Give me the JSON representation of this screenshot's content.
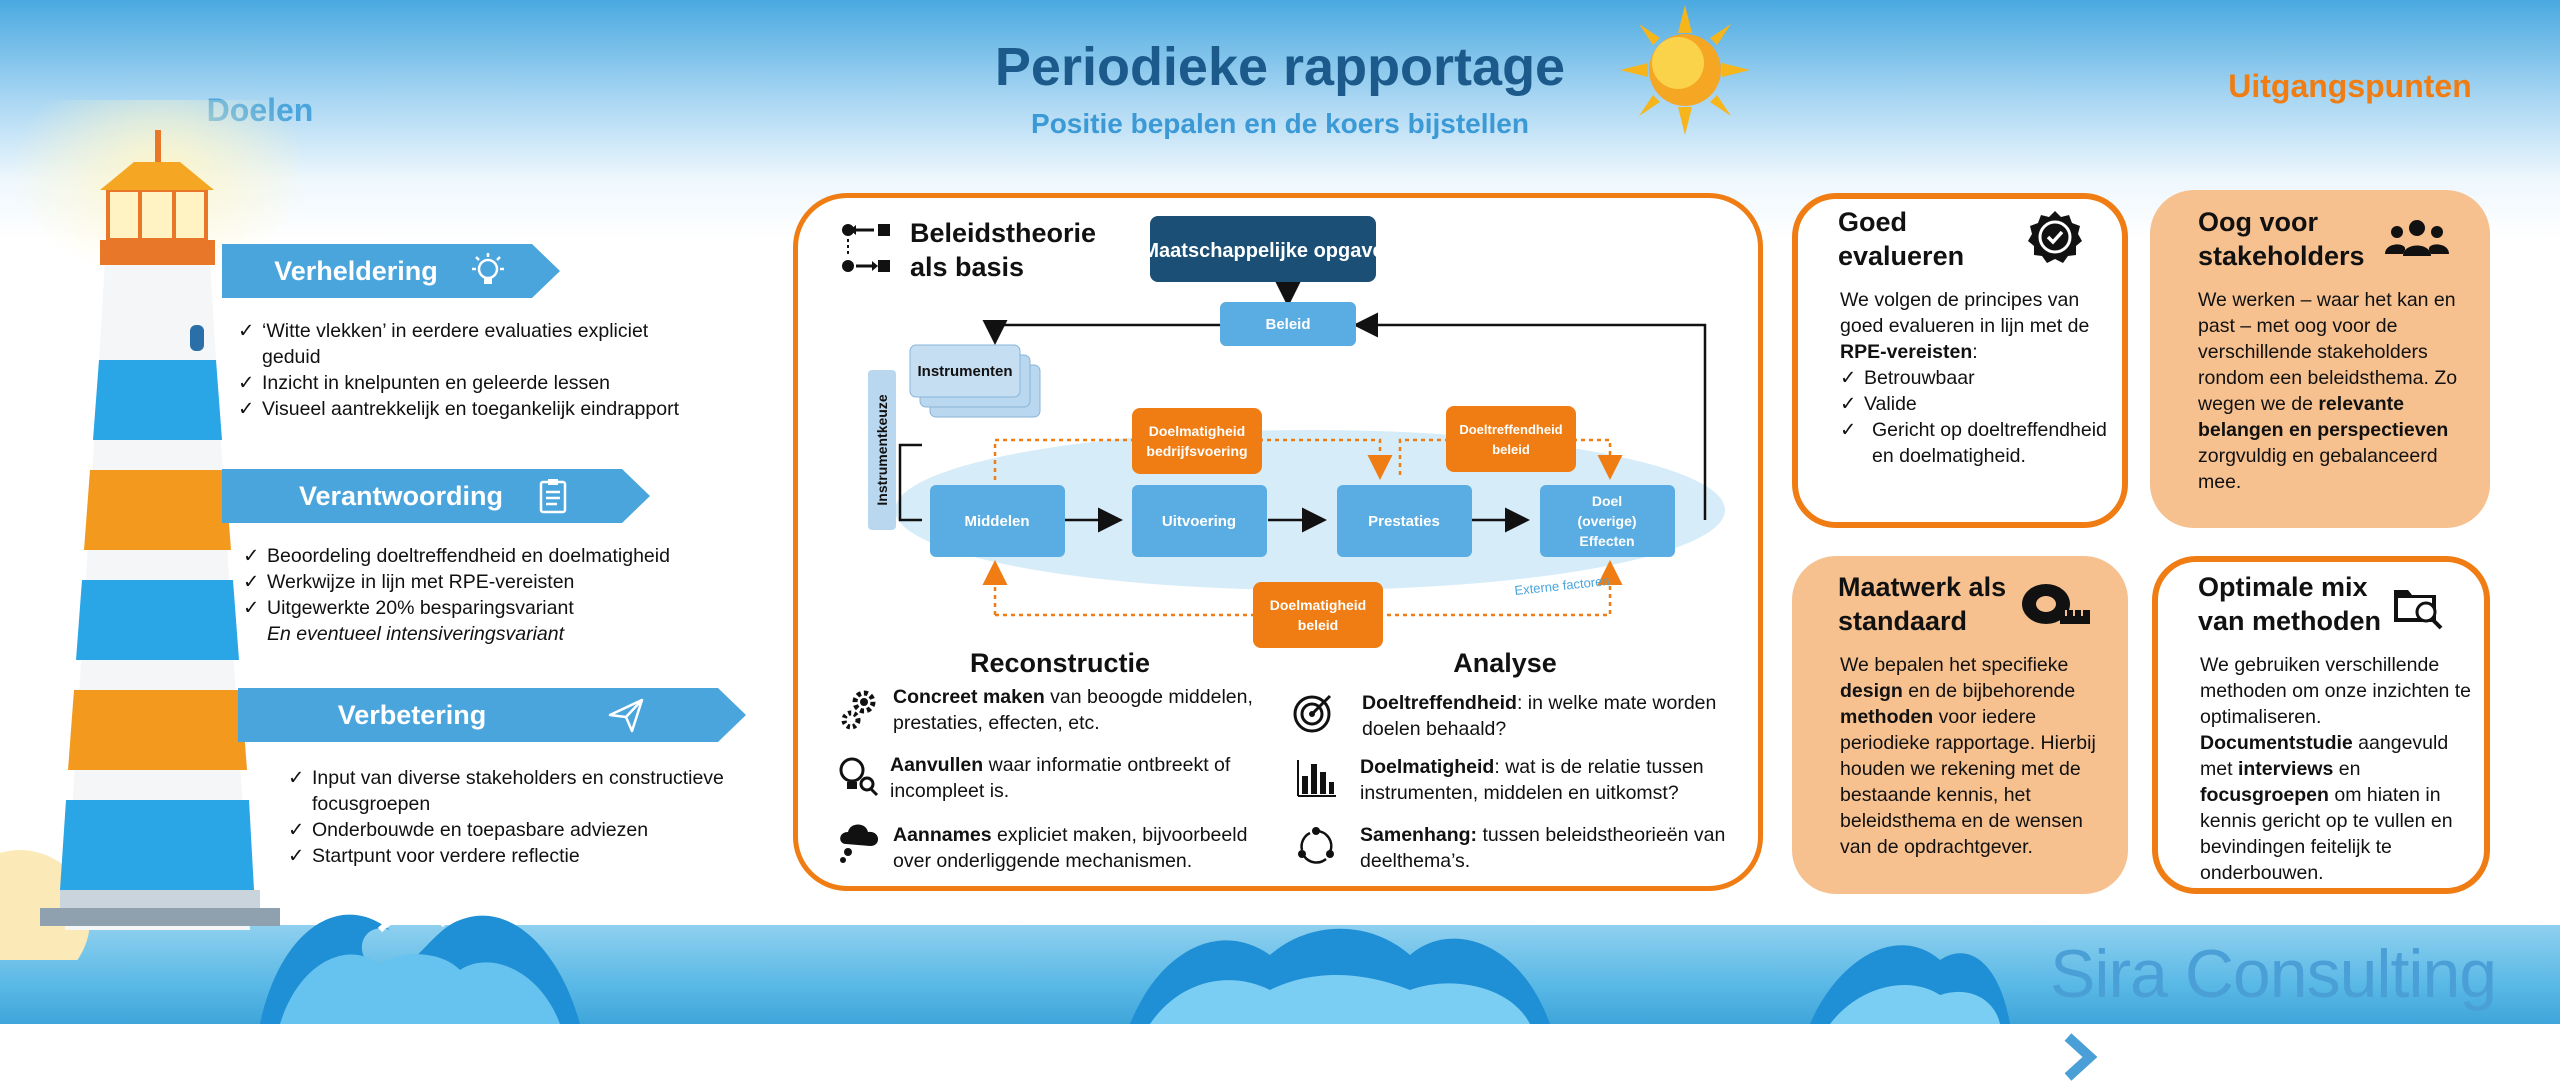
{
  "header": {
    "title": "Periodieke rapportage",
    "subtitle": "Positie bepalen en de koers bijstellen",
    "left_heading": "Doelen",
    "right_heading": "Uitgangspunten"
  },
  "goals": [
    {
      "title": "Verheldering",
      "icon": "lightbulb-icon",
      "items": [
        "‘Witte vlekken’ in eerdere evaluaties expliciet geduid",
        "Inzicht in knelpunten en geleerde lessen",
        "Visueel aantrekkelijk en toegankelijk eindrapport"
      ]
    },
    {
      "title": "Verantwoording",
      "icon": "clipboard-icon",
      "items": [
        "Beoordeling doeltreffendheid en doelmatigheid",
        "Werkwijze in lijn met RPE-vereisten",
        "Uitgewerkte 20% besparingsvariant"
      ],
      "note": "En eventueel intensiveringsvariant"
    },
    {
      "title": "Verbetering",
      "icon": "send-icon",
      "items": [
        "Input van diverse stakeholders en constructieve focusgroepen",
        "Onderbouwde en toepasbare adviezen",
        "Startpunt voor verdere reflectie"
      ]
    }
  ],
  "center": {
    "heading_line1": "Beleidstheorie",
    "heading_line2": "als basis",
    "diagram": {
      "maatschappelijk": "Maatschappelijke opgave",
      "beleid": "Beleid",
      "instrumenten": "Instrumenten",
      "instrumentkeuze": "Instrumentkeuze",
      "middelen": "Middelen",
      "uitvoering": "Uitvoering",
      "prestaties": "Prestaties",
      "doel_line1": "Doel",
      "doel_line2": "(overige)",
      "doel_line3": "Effecten",
      "doelmatigheid_bv_line1": "Doelmatigheid",
      "doelmatigheid_bv_line2": "bedrijfsvoering",
      "doeltreffendheid_line1": "Doeltreffendheid",
      "doeltreffendheid_line2": "beleid",
      "doelmatigheid_beleid_line1": "Doelmatigheid",
      "doelmatigheid_beleid_line2": "beleid",
      "externe": "Externe factoren"
    },
    "reconstructie": {
      "heading": "Reconstructie",
      "items": [
        {
          "icon": "gears-icon",
          "bold": "Concreet maken",
          "rest": " van beoogde middelen, prestaties, effecten, etc."
        },
        {
          "icon": "lightbulb-search-icon",
          "bold": "Aanvullen",
          "rest": " waar informatie ontbreekt of incompleet is."
        },
        {
          "icon": "cloud-thinking-icon",
          "bold": "Aannames",
          "rest": " expliciet maken, bijvoorbeeld over onderliggende mechanismen."
        }
      ]
    },
    "analyse": {
      "heading": "Analyse",
      "items": [
        {
          "icon": "target-icon",
          "bold": "Doeltreffendheid",
          "rest": ": in welke mate worden doelen behaald?"
        },
        {
          "icon": "bar-chart-icon",
          "bold": "Doelmatigheid",
          "rest": ": wat is de relatie tussen instrumenten, middelen en uitkomst?"
        },
        {
          "icon": "cycle-icon",
          "bold": "Samenhang:",
          "rest": " tussen beleidstheorieën van deelthema’s."
        }
      ]
    }
  },
  "cards": {
    "goed": {
      "title_line1": "Goed",
      "title_line2": "evalueren",
      "icon": "check-badge-icon",
      "intro_a": "We volgen de principes van goed evalueren in lijn met de ",
      "intro_b": "RPE-vereisten",
      "intro_c": ":",
      "items": [
        "Betrouwbaar",
        "Valide",
        "Gericht op doeltreffendheid en doelmatigheid."
      ]
    },
    "oog": {
      "title_line1": "Oog voor",
      "title_line2": "stakeholders",
      "icon": "people-icon",
      "a": "We werken – waar het kan en past – met oog voor de verschillende stakeholders rondom een beleidsthema. Zo wegen we de ",
      "b": "relevante belangen en perspectieven",
      "c": " zorgvuldig en gebalanceerd mee."
    },
    "maatwerk": {
      "title_line1": "Maatwerk als",
      "title_line2": "standaard",
      "icon": "measuring-tape-icon",
      "a": "We bepalen het specifieke ",
      "b": "design",
      "c": " en de bijbehorende ",
      "d": "methoden",
      "e": " voor iedere periodieke rapportage. Hierbij houden we rekening met de bestaande kennis, het beleidsthema en de wensen van de opdrachtgever."
    },
    "optimale": {
      "title_line1": "Optimale mix",
      "title_line2": "van methoden",
      "icon": "folder-search-icon",
      "a": "We gebruiken verschillende methoden om onze inzichten te optimaliseren. ",
      "b": "Documentstudie",
      "c": " aangevuld met ",
      "d": "interviews",
      "e": " en ",
      "f": "focusgroepen",
      "g": " om hiaten in kennis gericht op te vullen en bevindingen feitelijk te onderbouwen."
    }
  },
  "logo": "Sira Consulting",
  "colors": {
    "orange": "#ef7d13",
    "blue": "#4aa5dd",
    "dark_blue": "#1c5a8c",
    "peach": "#f6c08f",
    "box_blue": "#5aade3"
  }
}
